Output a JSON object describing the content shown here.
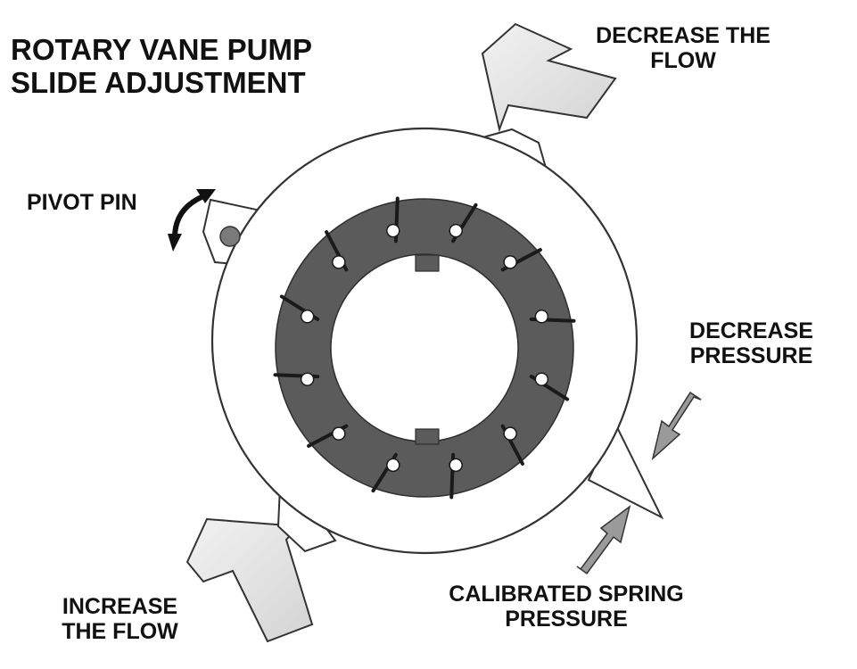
{
  "diagram": {
    "title_line1": "ROTARY VANE PUMP",
    "title_line2": "SLIDE ADJUSTMENT",
    "pivot_label": "PIVOT PIN",
    "decrease_flow_line1": "DECREASE THE",
    "decrease_flow_line2": "FLOW",
    "decrease_pressure_line1": "DECREASE",
    "decrease_pressure_line2": "PRESSURE",
    "spring_line1": "CALIBRATED SPRING",
    "spring_line2": "PRESSURE",
    "increase_flow_line1": "INCREASE",
    "increase_flow_line2": "THE FLOW"
  },
  "colors": {
    "rotor": "#5b5b5b",
    "outline": "#333333",
    "arrow_fill": "#e4e4e4",
    "pin": "#7a7a7a",
    "background": "#ffffff"
  },
  "vane_count": 12
}
